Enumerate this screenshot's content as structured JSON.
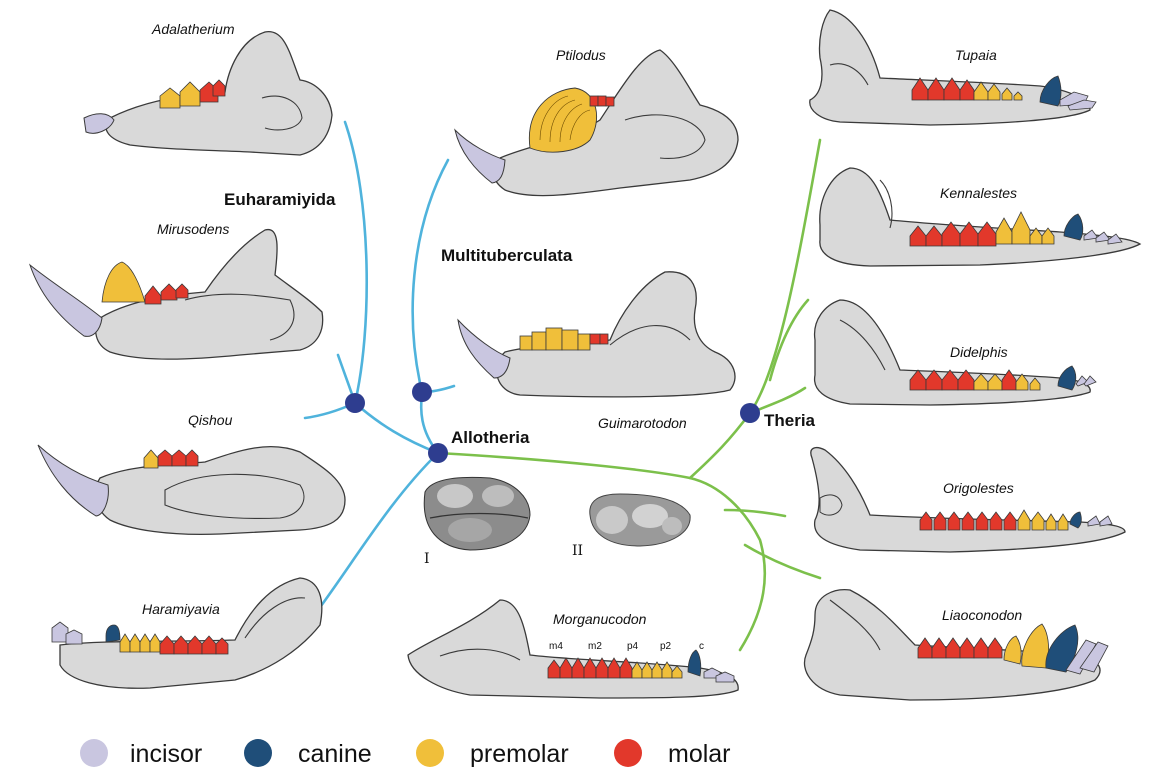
{
  "taxa": {
    "adalatherium": "Adalatherium",
    "mirusodens": "Mirusodens",
    "qishou": "Qishou",
    "haramiyavia": "Haramiyavia",
    "ptilodus": "Ptilodus",
    "guimarotodon": "Guimarotodon",
    "morganucodon": "Morganucodon",
    "tupaia": "Tupaia",
    "kennalestes": "Kennalestes",
    "didelphis": "Didelphis",
    "origolestes": "Origolestes",
    "liaoconodon": "Liaoconodon"
  },
  "clades": {
    "euharamiyida": "Euharamiyida",
    "multituberculata": "Multituberculata",
    "allotheria": "Allotheria",
    "theria": "Theria"
  },
  "tooth_positions": [
    "m4",
    "m2",
    "p4",
    "p2",
    "c"
  ],
  "tooth_figures": [
    "I",
    "II"
  ],
  "legend": [
    {
      "label": "incisor",
      "color": "#c9c6e0"
    },
    {
      "label": "canine",
      "color": "#1f4e79"
    },
    {
      "label": "premolar",
      "color": "#f0bf3a"
    },
    {
      "label": "molar",
      "color": "#e2382b"
    }
  ],
  "colors": {
    "allotherian_branch": "#4fb3dc",
    "therian_branch": "#7cc04b",
    "node": "#2e3d8f",
    "jaw": "#d9d9d9"
  }
}
